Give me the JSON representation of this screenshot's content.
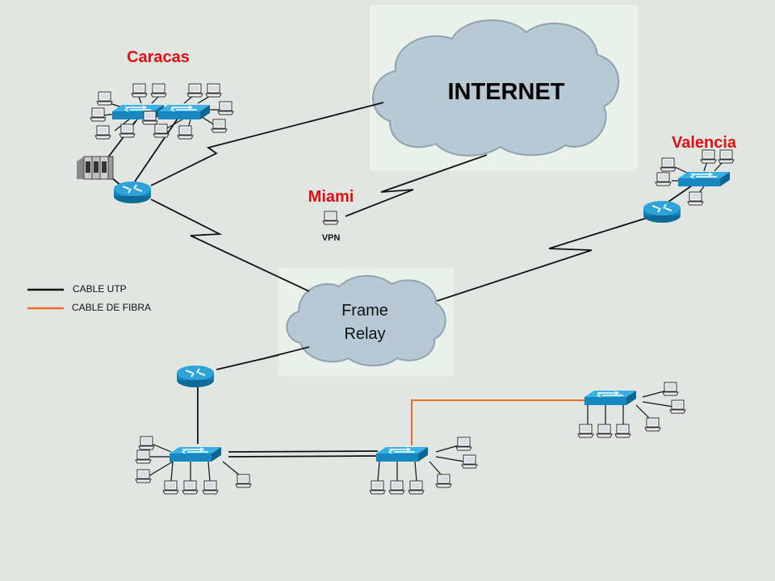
{
  "colors": {
    "background": "#e2e6e3",
    "cloud_fill": "#b6c9d4",
    "cloud_box": "#eaf0ea",
    "city_label": "#e01010",
    "utp_cable": "#111111",
    "fiber_cable": "#ee6a1e",
    "device_blue": "#1f93c9"
  },
  "labels": {
    "internet": "INTERNET",
    "frame_relay_line1": "Frame",
    "frame_relay_line2": "Relay",
    "caracas": "Caracas",
    "miami": "Miami",
    "valencia": "Valencia",
    "vpn": "VPN"
  },
  "legend": {
    "utp": "CABLE UTP",
    "fiber": "CABLE DE FIBRA"
  },
  "icons": [
    "router-icon",
    "switch-icon",
    "computer-icon",
    "server-icon",
    "cloud-icon"
  ]
}
